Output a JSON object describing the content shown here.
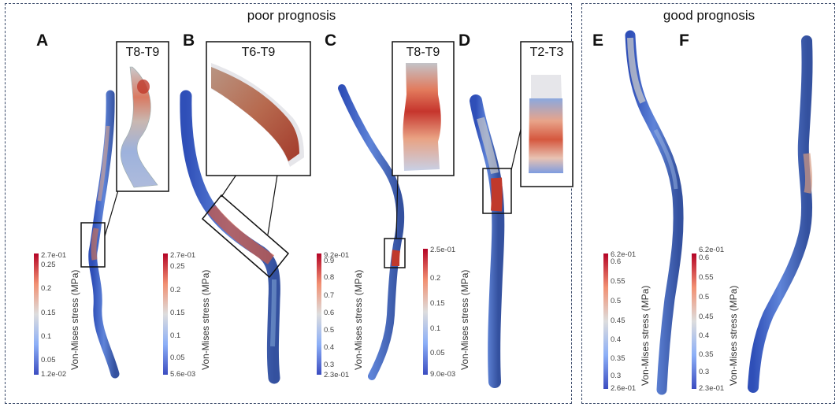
{
  "groups": {
    "poor": "poor prognosis",
    "good": "good prognosis"
  },
  "panels": {
    "A": "A",
    "B": "B",
    "C": "C",
    "D": "D",
    "E": "E",
    "F": "F"
  },
  "zooms": {
    "A": "T8-T9",
    "B": "T6-T9",
    "C": "T8-T9",
    "D": "T2-T3"
  },
  "colorbar_title": "Von-Mises stress (MPa)",
  "colorbars": {
    "A": {
      "max": "2.7e-01",
      "min": "1.2e-02",
      "ticks": [
        "0.25",
        "0.2",
        "0.15",
        "0.1",
        "0.05"
      ]
    },
    "B": {
      "max": "2.7e-01",
      "min": "5.6e-03",
      "ticks": [
        "0.25",
        "0.2",
        "0.15",
        "0.1",
        "0.05"
      ]
    },
    "C": {
      "max": "9.2e-01",
      "min": "2.3e-01",
      "ticks": [
        "0.9",
        "0.8",
        "0.7",
        "0.6",
        "0.5",
        "0.4",
        "0.3"
      ]
    },
    "D": {
      "max": "2.5e-01",
      "min": "9.0e-03",
      "ticks": [
        "0.2",
        "0.15",
        "0.1",
        "0.05"
      ]
    },
    "E": {
      "max": "6.2e-01",
      "min": "2.6e-01",
      "ticks": [
        "0.6",
        "0.55",
        "0.5",
        "0.45",
        "0.4",
        "0.35",
        "0.3"
      ]
    },
    "F": {
      "max": "6.2e-01",
      "min": "2.3e-01",
      "ticks": [
        "0.6",
        "0.55",
        "0.5",
        "0.45",
        "0.4",
        "0.35",
        "0.3"
      ]
    }
  },
  "colors": {
    "low": "#3b4cc0",
    "mid": "#dddddd",
    "high": "#b40426",
    "border": "#3a4a6a"
  }
}
